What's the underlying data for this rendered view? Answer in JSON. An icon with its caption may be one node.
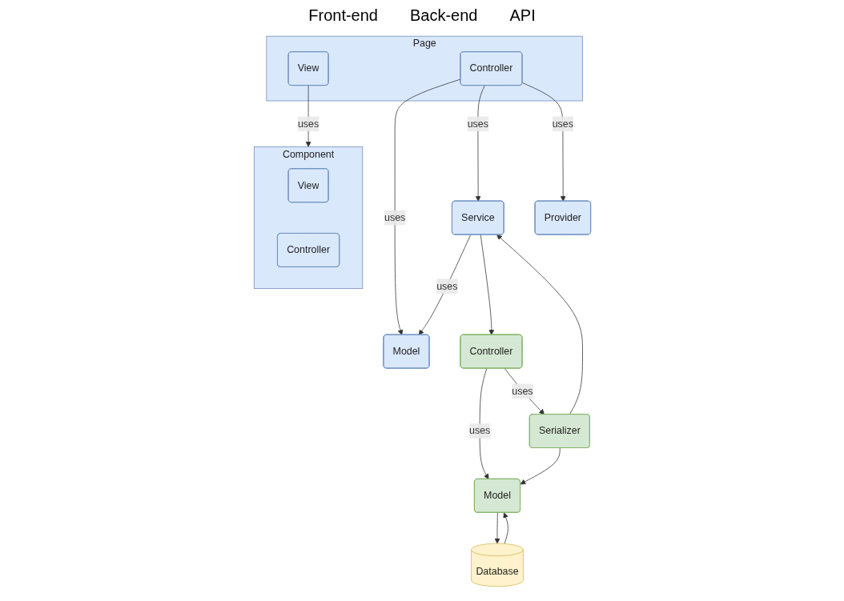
{
  "diagram": {
    "nodes": [
      {
        "text": [
          "Model"
        ]
      },
      {
        "text": [
          "Service"
        ]
      },
      {
        "text": [
          "Page"
        ]
      },
      {
        "text": [
          "View"
        ],
        "in": 2
      },
      {
        "text": [
          "Controller"
        ],
        "in": 2
      },
      {
        "text": [
          "Component"
        ]
      },
      {
        "text": [
          "View"
        ],
        "in": 5
      },
      {
        "text": [
          "Controller"
        ],
        "in": 5
      },
      {
        "text": [
          "Provider"
        ]
      },
      {
        "text": [
          "Controller"
        ]
      },
      {
        "text": [
          "Model"
        ]
      },
      {
        "text": [
          "Serializer"
        ]
      },
      {
        "text": [
          "Database"
        ]
      }
    ],
    "edges": [
      {
        "from": 1,
        "to": 0,
        "arrow": "to",
        "label": "uses"
      },
      {
        "from": 4,
        "to": 0,
        "arrow": "to",
        "label": "uses"
      },
      {
        "from": 4,
        "to": 1,
        "arrow": "to",
        "label": "uses"
      },
      {
        "from": 3,
        "to": 5,
        "arrow": "to",
        "label": "uses"
      },
      {
        "from": 4,
        "to": 8,
        "arrow": "to",
        "label": "uses"
      },
      {
        "from": 1,
        "to": 9,
        "arrow": "to"
      },
      {
        "from": 11,
        "to": 1,
        "arrow": "to"
      },
      {
        "from": 9,
        "to": 10,
        "arrow": "to",
        "label": "uses"
      },
      {
        "from": 9,
        "to": 11,
        "arrow": "to",
        "label": "uses"
      },
      {
        "from": 11,
        "to": 10,
        "arrow": "to"
      },
      {
        "from": 10,
        "to": 12,
        "arrow": "to"
      },
      {
        "from": 12,
        "to": 10,
        "arrow": "to"
      }
    ],
    "labels": [
      "Front-end",
      "Back-end",
      "API"
    ]
  }
}
